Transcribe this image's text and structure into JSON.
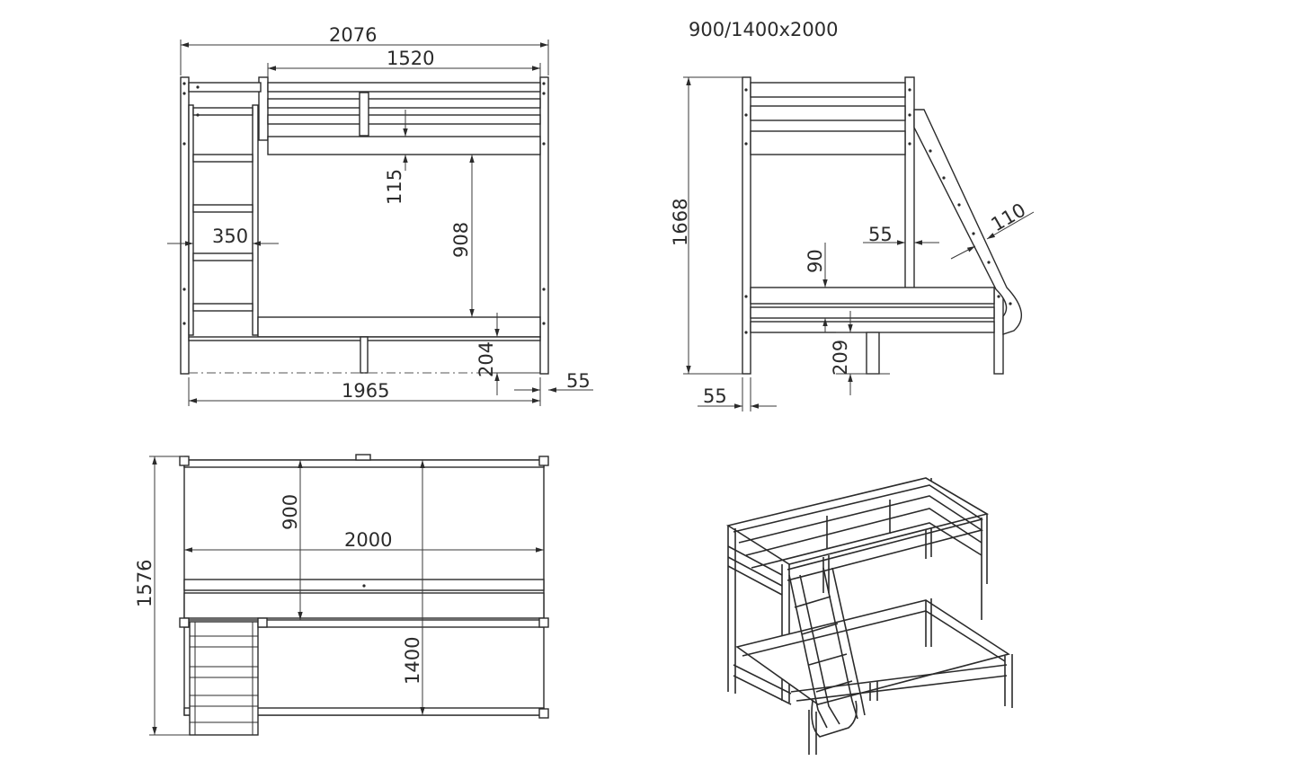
{
  "title": "900/1400x2000",
  "front_view": {
    "overall_width": "2076",
    "top_bed_length": "1520",
    "rail_height": "115",
    "clearance": "908",
    "ladder_width": "350",
    "floor_height": "204",
    "inner_length": "1965",
    "post_size": "55"
  },
  "side_view": {
    "height": "1668",
    "ladder_offset": "55",
    "ladder_width": "110",
    "lower_rail": "90",
    "floor_height": "209",
    "post_size": "55"
  },
  "plan_view": {
    "top_width": "900",
    "length": "2000",
    "bottom_width": "1400",
    "overall_depth": "1576"
  }
}
